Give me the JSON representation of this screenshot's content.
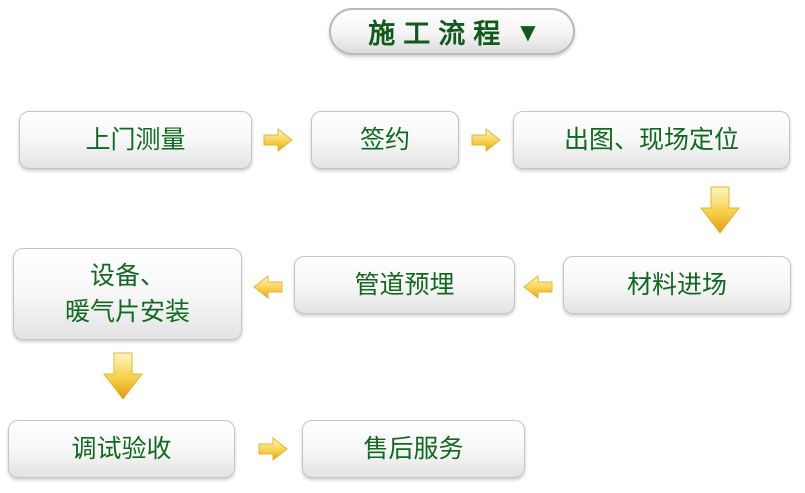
{
  "title": {
    "text": "施工流程",
    "icon": "triangle-down-icon"
  },
  "steps": {
    "s1": "上门测量",
    "s2": "签约",
    "s3": "出图、现场定位",
    "s4": "材料进场",
    "s5": "管道预埋",
    "s6_line1": "设备、",
    "s6_line2": "暖气片安装",
    "s7": "调试验收",
    "s8": "售后服务"
  },
  "colors": {
    "text": "#0f6a1f",
    "title": "#115a1c",
    "arrow_light": "#fff3a8",
    "arrow_dark": "#e0a10f",
    "box_border": "#c4c4c4"
  }
}
